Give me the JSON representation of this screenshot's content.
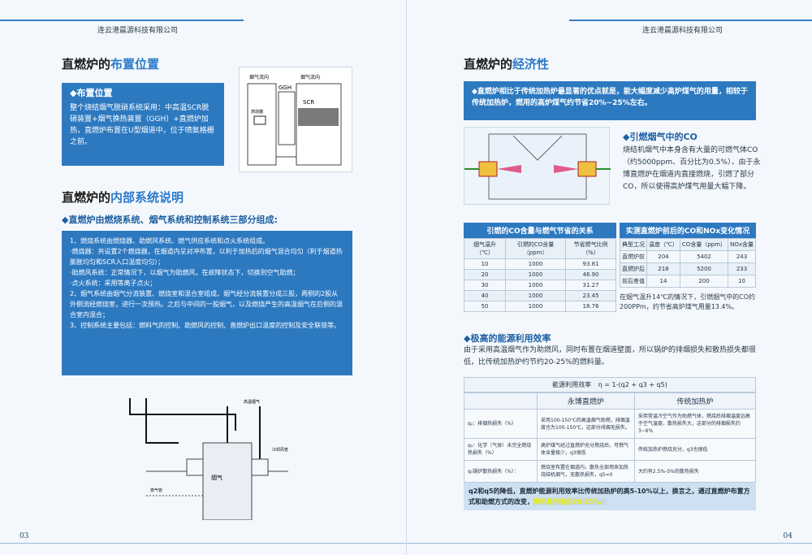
{
  "company": "连云港晨源科技有限公司",
  "left": {
    "section1": {
      "title_a": "直燃炉的",
      "title_b": "布置位置"
    },
    "box1": {
      "heading": "◆布置位置",
      "text": "整个烧结烟气脱硝系统采用：中高温SCR脱硝装置+烟气换热装置（GGH）+直燃炉加热，直燃炉布置在U型烟道中，位于喷氨格栅之前。"
    },
    "diagram1_labels": {
      "gas_in": "烟气流向",
      "gas_out": "烟气流向",
      "ggh": "GGH",
      "scr": "SCR",
      "burner": "燃烧器"
    },
    "section2": {
      "title_a": "直燃炉的",
      "title_b": "内部系统说明"
    },
    "sub2": "◆直燃炉由燃烧系统、烟气系统和控制系统三部分组成:",
    "box2_lines": [
      "1、燃烧系统由燃烧器、助燃风系统、燃气供应系统和点火系统组成。",
      "·燃烧器：共设置2个燃烧器，在烟道内呈对冲布置，以利于加热后的烟气混合均匀（利于烟道热膨胀均匀和SCR入口温度均匀）；",
      "·助燃风系统：正常情况下，以烟气为助燃风，在故障状态下，切换到空气助燃；",
      "·点火系统：采用等离子点火；",
      "2、烟气系统由烟气分流装置、燃烧室和混合室组成，烟气经分流装置分成三股，两侧的2股从外侧流经燃烧室，进行一次预热。之后与中间的一股烟气，以及燃烧产生的高温烟气在后侧的混合室内混合；",
      "3、控制系统主要包括：燃料气的控制、助燃风的控制、直燃炉出口温度的控制及安全联锁等。"
    ],
    "diagram2_labels": {
      "center": "烟气",
      "lbl1": "高温烟气",
      "lbl2": "冷却风管",
      "lbl3": "燃气管"
    },
    "page_number": "03"
  },
  "right": {
    "section1": {
      "title_a": "直燃炉的",
      "title_b": "经济性"
    },
    "box1": {
      "text": "◆直燃炉相比于传统加热炉最显著的优点就是，能大幅度减少高炉煤气的用量，相较于传统加热炉，燃用的高炉煤气约节省20%~25%左右。"
    },
    "co": {
      "heading": "◆引燃烟气中的CO",
      "text": "烧结机烟气中本身含有大量的可燃气体CO（约5000ppm、百分比为0.5%），由于永博直燃炉在烟道内直接燃烧，引燃了部分CO，所以使得高炉煤气用量大幅下降。"
    },
    "table1": {
      "title": "引燃的CO含量与燃气节省的关系",
      "headers": [
        "烟气温升（℃）",
        "引燃的CO含量（ppm）",
        "节省燃气比例（%）"
      ],
      "rows": [
        [
          "10",
          "1000",
          "93.81"
        ],
        [
          "20",
          "1000",
          "46.90"
        ],
        [
          "30",
          "1000",
          "31.27"
        ],
        [
          "40",
          "1000",
          "23.45"
        ],
        [
          "50",
          "1000",
          "18.76"
        ]
      ]
    },
    "table2": {
      "title": "实测直燃炉前后的CO和NOx变化情况",
      "headers": [
        "典型工况",
        "温度（℃）",
        "CO含量（ppm）",
        "NOx含量"
      ],
      "rows": [
        [
          "直燃炉前",
          "204",
          "5402",
          "243"
        ],
        [
          "直燃炉后",
          "218",
          "5200",
          "233"
        ],
        [
          "前后差值",
          "14",
          "200",
          "10"
        ]
      ],
      "note": "在烟气温升14℃的情况下，引燃烟气中的CO约200PPm，约节省高炉煤气用量13.4%。"
    },
    "eff": {
      "heading": "◆极高的能源利用效率",
      "text": "由于采用高温烟气作为助燃风，同时布置在烟道壁面，所以锅炉的排烟损失和散热损失都很低，比传统加热炉约节约20-25%的燃料量。",
      "formula_label": "能源利用效率",
      "formula": "η = 1-(q2 + q3 + q5)",
      "col_headers": [
        "永博直燃炉",
        "传统加热炉"
      ],
      "rows": [
        {
          "label": "q₂：排烟热损失（%）",
          "a": "采用100-150℃的高温烟气助燃，排烟温度也为100-150℃，这部分排烟无损失。",
          "b": "采用常温冷空气作为助燃气体，燃烧后排烟温度远高于空气温度，散热损失大，这部分的排烟损失约3~6%"
        },
        {
          "label": "q₃：化学（气体）未完全燃烧热损失（%）",
          "a": "高炉煤气经过直燃炉充分燃烧后，可燃气体含量极少，q3很低",
          "b": "传统加热炉燃烧充分，q3也很低"
        },
        {
          "label": "q₅锅炉散热损失（%）：",
          "a": "燃烧室布置在烟道内，散热全部用来加热烧结机烟气，无散热损失，q5=0",
          "b": "大约有2.5%-5%的散热损失"
        }
      ],
      "summary": "q2和q5的降低，直燃炉能源利用效率比传统加热炉的高5-10%以上，换言之，通过直燃炉布置方式和助燃方式的改变，",
      "summary_hl": "燃料量节省约20-25%。"
    },
    "page_number": "04"
  }
}
